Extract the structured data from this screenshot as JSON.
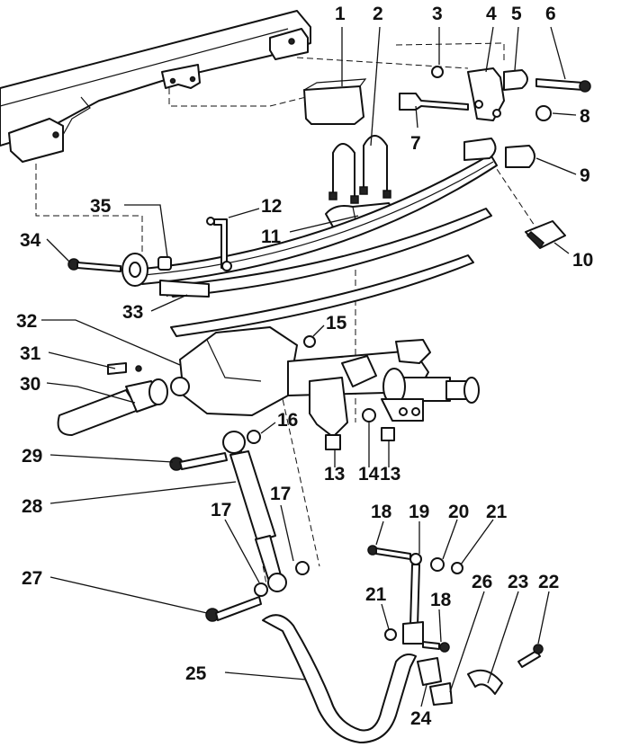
{
  "callouts": [
    "1",
    "2",
    "3",
    "4",
    "5",
    "6",
    "7",
    "8",
    "9",
    "10",
    "11",
    "12",
    "13",
    "14",
    "15",
    "16",
    "17",
    "18",
    "19",
    "20",
    "21",
    "22",
    "23",
    "24",
    "25",
    "26",
    "27",
    "28",
    "29",
    "30",
    "31",
    "32",
    "33",
    "34",
    "35"
  ],
  "duplicate_labels": {
    "13": "13",
    "17": "17",
    "18": "18",
    "21": "21"
  },
  "colors": {
    "ink": "#111111",
    "paper": "#ffffff",
    "shade": "#cfcfcf"
  }
}
